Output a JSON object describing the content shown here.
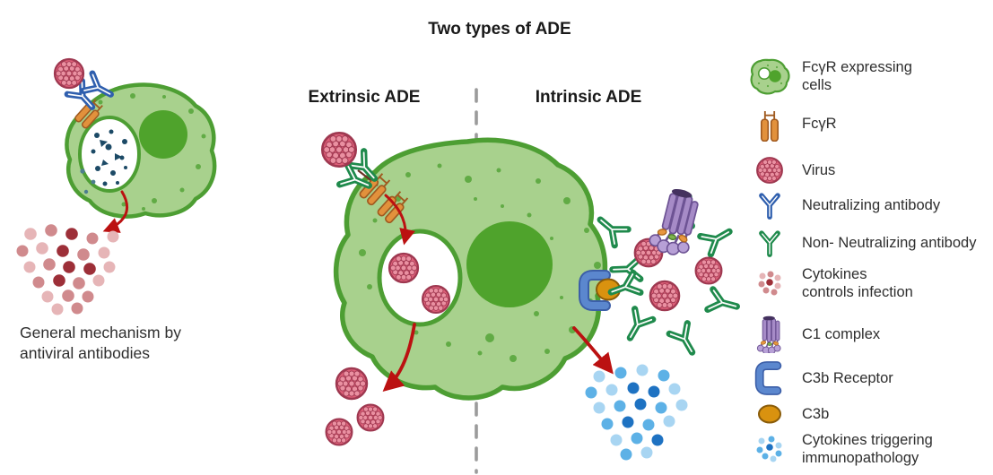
{
  "title": "Two types of ADE",
  "panels": {
    "left_caption": "General mechanism by\nantiviral antibodies",
    "extrinsic_label": "Extrinsic ADE",
    "intrinsic_label": "Intrinsic ADE"
  },
  "legend": {
    "items": [
      {
        "icon": "fcyr-expressing-cells-icon",
        "label": "FcγR expressing\ncells"
      },
      {
        "icon": "fcyr-icon",
        "label": "FcγR"
      },
      {
        "icon": "virus-icon",
        "label": "Virus"
      },
      {
        "icon": "neutralizing-antibody-icon",
        "label": "Neutralizing antibody"
      },
      {
        "icon": "non-neutralizing-antibody-icon",
        "label": "Non- Neutralizing antibody"
      },
      {
        "icon": "cytokines-controls-infection-icon",
        "label": "Cytokines\ncontrols infection"
      },
      {
        "icon": "c1-complex-icon",
        "label": "C1 complex"
      },
      {
        "icon": "c3b-receptor-icon",
        "label": "C3b Receptor"
      },
      {
        "icon": "c3b-icon",
        "label": "C3b"
      },
      {
        "icon": "cytokines-triggering-immunopathology-icon",
        "label": "Cytokines triggering\nimmunopathology"
      }
    ]
  },
  "colors": {
    "cell_fill": "#a8d18d",
    "cell_stroke": "#4d9e33",
    "nucleus_fill": "#4fa32c",
    "speckle": "#55a538",
    "virus_fill": "#dd5f78",
    "virus_stroke": "#9e3850",
    "virus_bump": "#eb93a4",
    "antibody_blue": "#2f5fae",
    "antibody_green": "#1f8a4c",
    "receptor_orange": "#e2913c",
    "receptor_orange_stroke": "#a05a20",
    "arrow_red": "#bb1111",
    "divider_gray": "#9b9b9b",
    "c3b_receptor_blue": "#5b87ce",
    "c3b_receptor_stroke": "#3c5fa8",
    "c3b_gold": "#d9920f",
    "c3b_gold_stroke": "#8a5c0a",
    "c1_purple": "#a68bc7",
    "c1_purple_dark": "#6d5394",
    "debris_navy": "#1c4a66",
    "pink_dot_light": "#e6b5b7",
    "pink_dot_mid": "#d08a8d",
    "pink_dot_deep": "#9d2f38",
    "blue_dot_light": "#a8d5f2",
    "blue_dot_mid": "#5db1e6",
    "blue_dot_dark": "#1e72c2",
    "text_dark": "#2e2e2e"
  }
}
